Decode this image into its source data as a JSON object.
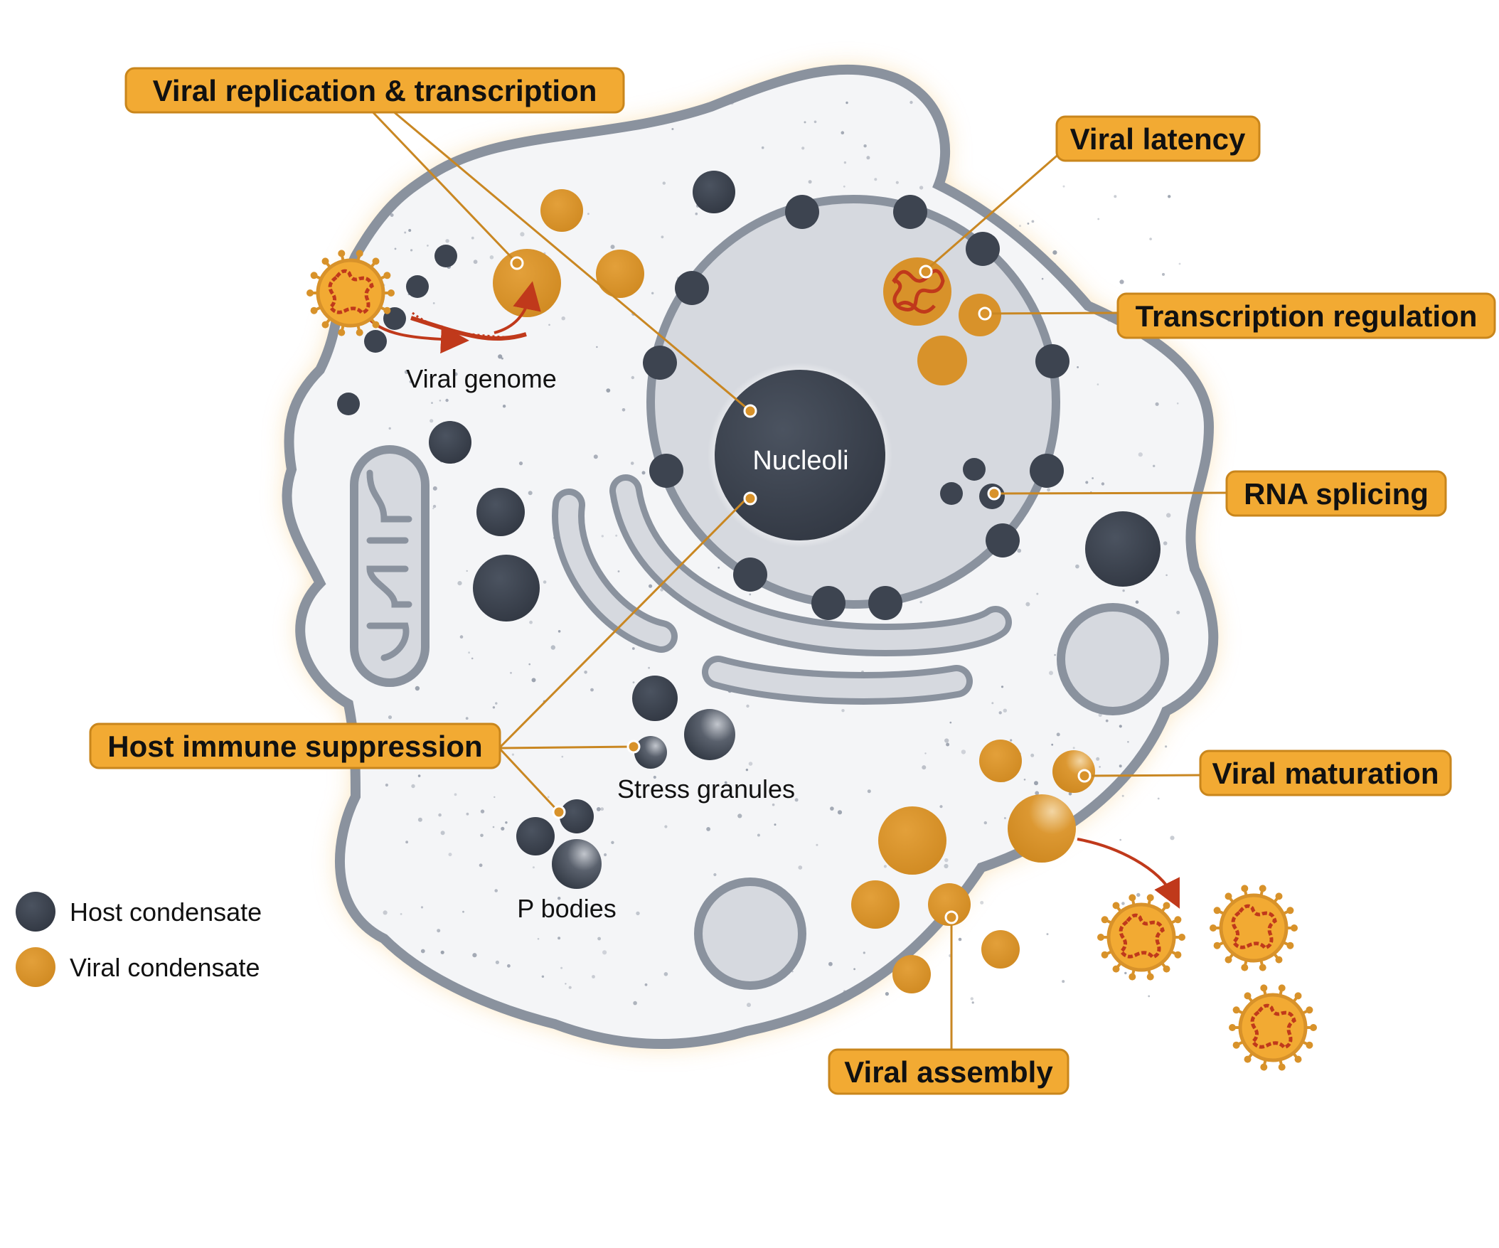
{
  "labels": {
    "viral_replication": "Viral replication & transcription",
    "viral_latency": "Viral latency",
    "transcription_regulation": "Transcription regulation",
    "rna_splicing": "RNA splicing",
    "host_immune_suppression": "Host immune suppression",
    "viral_maturation": "Viral maturation",
    "viral_assembly": "Viral assembly"
  },
  "annotations": {
    "viral_genome": "Viral genome",
    "nucleoli": "Nucleoli",
    "stress_granules": "Stress granules",
    "p_bodies": "P bodies"
  },
  "legend": {
    "host": "Host condensate",
    "viral": "Viral condensate"
  },
  "colors": {
    "host_condensate": "#3d4450",
    "viral_condensate": "#d8922a",
    "label_fill": "#f2aa33",
    "label_stroke": "#c9861c",
    "membrane": "#8a929e",
    "nucleus_fill": "#d6d9df",
    "cytoplasm": "#f4f5f7",
    "virus_red": "#c0391b"
  }
}
